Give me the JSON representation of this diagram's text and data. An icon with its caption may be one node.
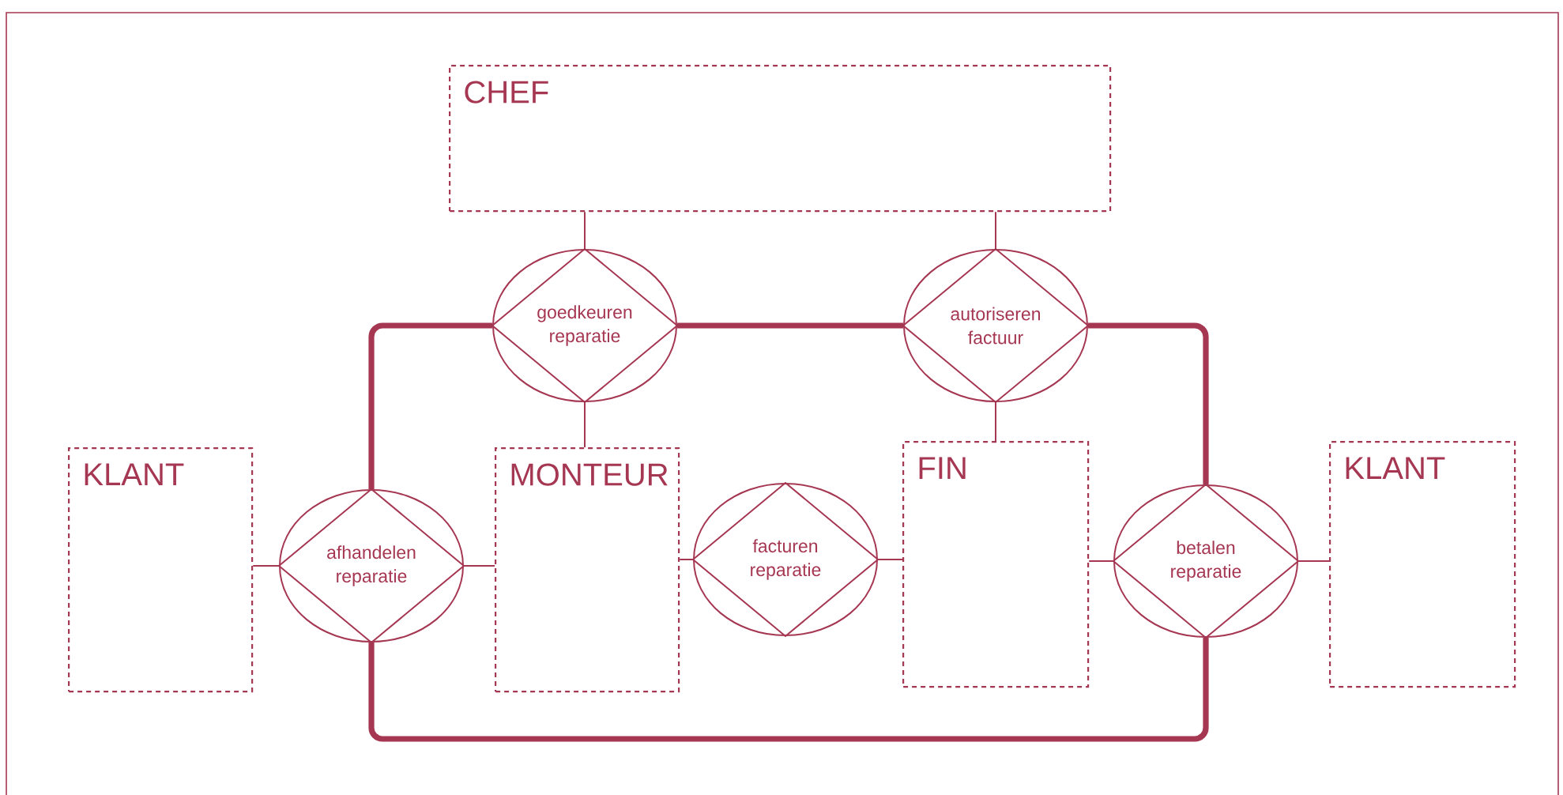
{
  "diagram": {
    "nodes": [
      {
        "text": [
          "CHEF"
        ]
      },
      {
        "text": [
          "goedkeuren reparatie"
        ]
      },
      {
        "text": [
          "autoriseren factuur"
        ]
      },
      {
        "text": [
          "KLANT"
        ]
      },
      {
        "text": [
          "afhandelen reparatie"
        ]
      },
      {
        "text": [
          "MONTEUR"
        ]
      },
      {
        "text": [
          "facturen reparatie"
        ]
      },
      {
        "text": [
          "FIN"
        ]
      },
      {
        "text": [
          "betalen reparatie"
        ]
      },
      {
        "text": [
          "KLANT"
        ]
      }
    ],
    "edges": [
      {
        "from": 0,
        "to": 1,
        "arrow": "none"
      },
      {
        "from": 0,
        "to": 2,
        "arrow": "none"
      },
      {
        "from": 1,
        "to": 2,
        "arrow": "none",
        "style": "thick"
      },
      {
        "from": 1,
        "to": 5,
        "arrow": "none"
      },
      {
        "from": 2,
        "to": 7,
        "arrow": "none"
      },
      {
        "from": 4,
        "to": 1,
        "arrow": "none",
        "style": "thick"
      },
      {
        "from": 2,
        "to": 8,
        "arrow": "none",
        "style": "thick"
      },
      {
        "from": 3,
        "to": 4,
        "arrow": "none"
      },
      {
        "from": 4,
        "to": 5,
        "arrow": "none"
      },
      {
        "from": 5,
        "to": 6,
        "arrow": "none"
      },
      {
        "from": 6,
        "to": 7,
        "arrow": "none"
      },
      {
        "from": 7,
        "to": 8,
        "arrow": "none"
      },
      {
        "from": 8,
        "to": 9,
        "arrow": "none"
      },
      {
        "from": 4,
        "to": 8,
        "arrow": "none",
        "style": "thick"
      }
    ]
  }
}
